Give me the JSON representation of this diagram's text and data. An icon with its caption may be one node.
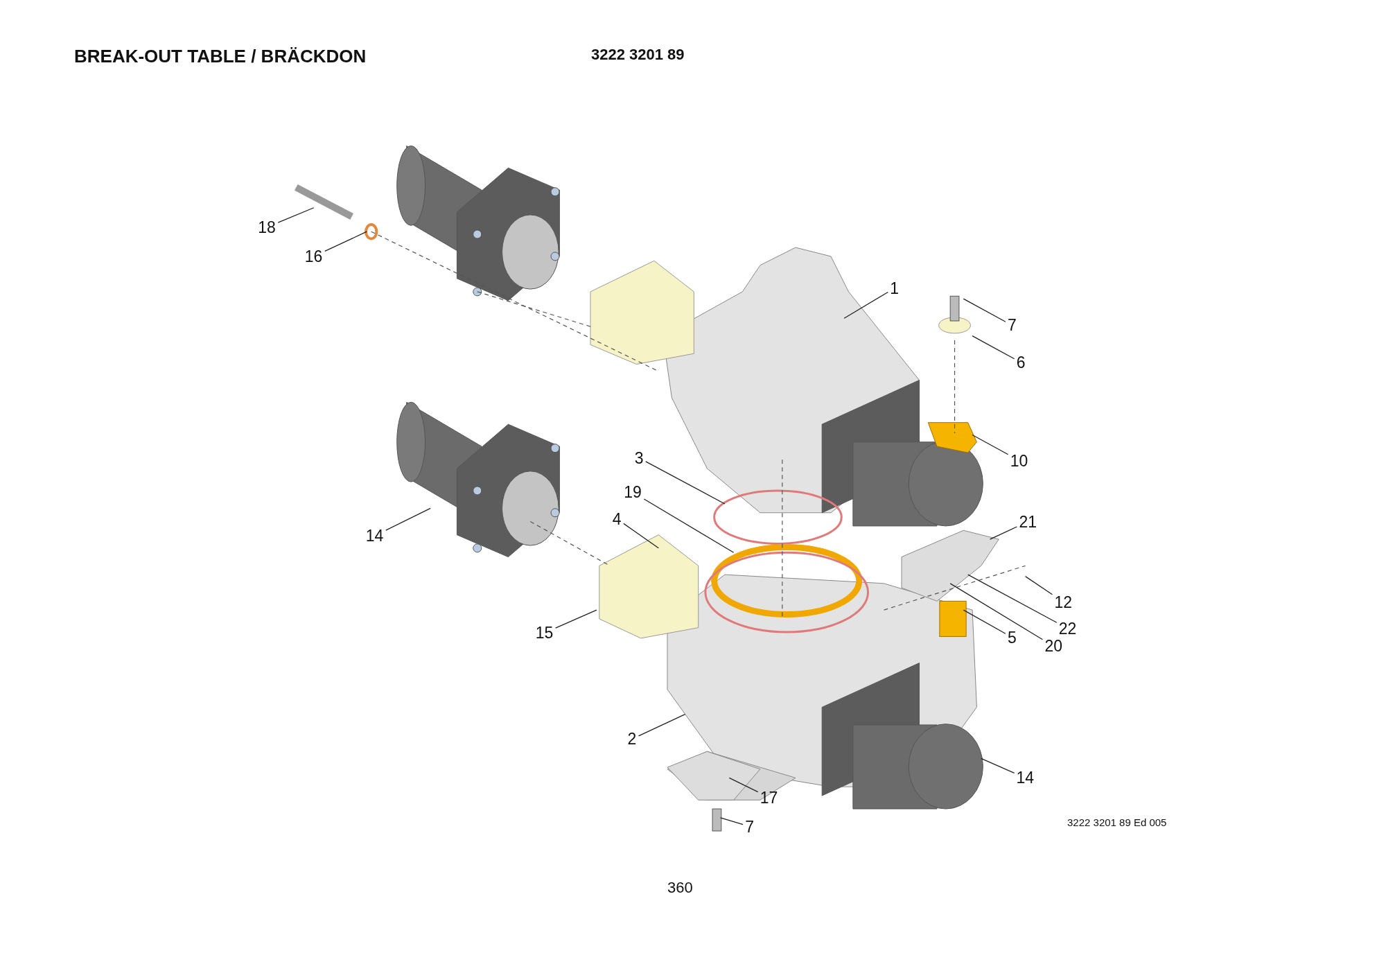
{
  "diagram": {
    "title": "BREAK-OUT TABLE / BRÄCKDON",
    "nodes": [
      {
        "text": [
          "18"
        ]
      },
      {
        "text": [
          "16"
        ]
      },
      {
        "text": [
          "1"
        ]
      },
      {
        "text": [
          "7"
        ]
      },
      {
        "text": [
          "6"
        ]
      },
      {
        "text": [
          "10"
        ]
      },
      {
        "text": [
          "3"
        ]
      },
      {
        "text": [
          "19"
        ]
      },
      {
        "text": [
          "4"
        ]
      },
      {
        "text": [
          "14"
        ]
      },
      {
        "text": [
          "21"
        ]
      },
      {
        "text": [
          "12"
        ]
      },
      {
        "text": [
          "22"
        ]
      },
      {
        "text": [
          "5"
        ]
      },
      {
        "text": [
          "20"
        ]
      },
      {
        "text": [
          "15"
        ]
      },
      {
        "text": [
          "2"
        ]
      },
      {
        "text": [
          "17"
        ]
      },
      {
        "text": [
          "14"
        ]
      },
      {
        "text": [
          "7"
        ]
      }
    ],
    "edges": [
      {
        "from": 0,
        "to": null,
        "arrow": "none"
      },
      {
        "from": 1,
        "to": null,
        "arrow": "none"
      },
      {
        "from": 2,
        "to": null,
        "arrow": "none"
      },
      {
        "from": 3,
        "to": null,
        "arrow": "none"
      },
      {
        "from": 4,
        "to": null,
        "arrow": "none"
      },
      {
        "from": 5,
        "to": null,
        "arrow": "none"
      },
      {
        "from": 6,
        "to": null,
        "arrow": "none"
      },
      {
        "from": 7,
        "to": null,
        "arrow": "none"
      },
      {
        "from": 8,
        "to": null,
        "arrow": "none"
      },
      {
        "from": 9,
        "to": null,
        "arrow": "none"
      },
      {
        "from": 10,
        "to": null,
        "arrow": "none"
      },
      {
        "from": 11,
        "to": null,
        "arrow": "none"
      },
      {
        "from": 12,
        "to": null,
        "arrow": "none"
      },
      {
        "from": 13,
        "to": null,
        "arrow": "none"
      },
      {
        "from": 14,
        "to": null,
        "arrow": "none"
      },
      {
        "from": 15,
        "to": null,
        "arrow": "none"
      },
      {
        "from": 16,
        "to": null,
        "arrow": "none"
      },
      {
        "from": 17,
        "to": null,
        "arrow": "none"
      },
      {
        "from": 18,
        "to": null,
        "arrow": "none"
      },
      {
        "from": 19,
        "to": null,
        "arrow": "none"
      }
    ],
    "labels": [
      "3222 3201 89",
      "3222 3201 89 Ed 005",
      "360"
    ]
  }
}
